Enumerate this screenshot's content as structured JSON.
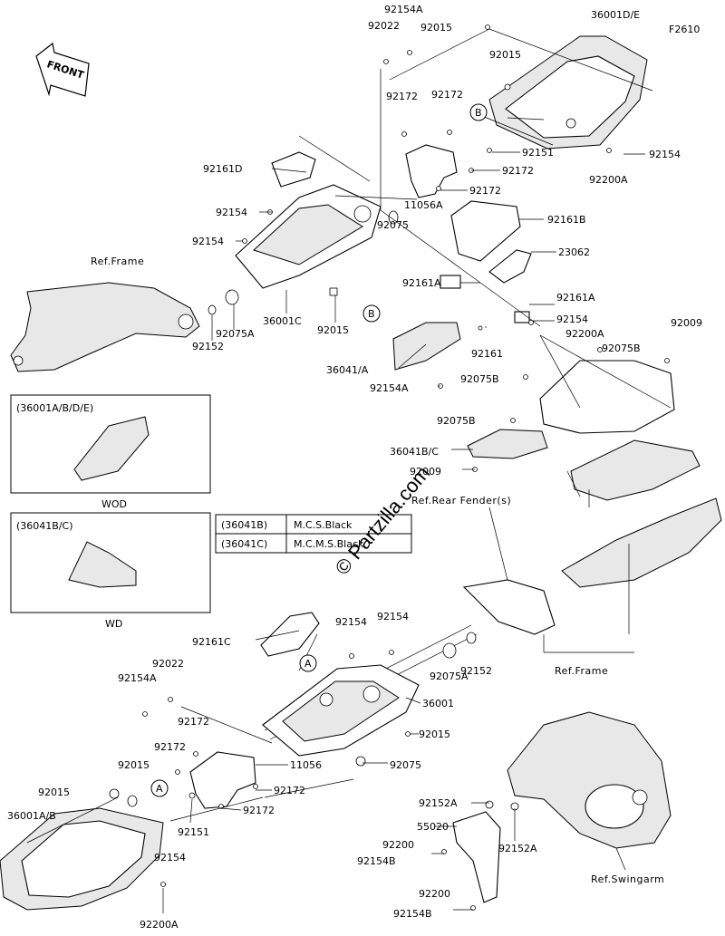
{
  "figure_code": "F2610",
  "front_arrow_label": "FRONT",
  "watermark": "© Partzilla.com",
  "callouts": [
    "A",
    "B"
  ],
  "part_numbers": {
    "p92154A_top": "92154A",
    "p92022_top": "92022",
    "p92015_top": "92015",
    "p36001DE": "36001D/E",
    "p92015_top2": "92015",
    "p92172_a": "92172",
    "p92172_b": "92172",
    "p92151_top": "92151",
    "p92154_right": "92154",
    "p92172_c": "92172",
    "p92172_d": "92172",
    "p92200A_top": "92200A",
    "p92161D": "92161D",
    "p92154_l1": "92154",
    "p92154_l2": "92154",
    "p11056A": "11056A",
    "p92075_top": "92075",
    "p92161B": "92161B",
    "p23062": "23062",
    "p92161A_l": "92161A",
    "p92161A_r": "92161A",
    "p92154_mid": "92154",
    "p92200A_mid": "92200A",
    "p92009_top": "92009",
    "p92075B_a": "92075B",
    "p92075B_b": "92075B",
    "p92075B_c": "92075B",
    "p92161": "92161",
    "p36041A": "36041/A",
    "p92154A_mid": "92154A",
    "p36041BC": "36041B/C",
    "p92009_bot": "92009",
    "p92152_top": "92152",
    "p92075A_top": "92075A",
    "p36001C": "36001C",
    "p92015_mid": "92015",
    "p92161C": "92161C",
    "p92154_c1": "92154",
    "p92154_c2": "92154",
    "p92075A_bot": "92075A",
    "p92152_bot": "92152",
    "p92022_bot": "92022",
    "p92154A_bot": "92154A",
    "p36001": "36001",
    "p92015_bot": "92015",
    "p92172_e": "92172",
    "p92172_f": "92172",
    "p11056": "11056",
    "p92075_bot": "92075",
    "p92015_l": "92015",
    "p92015_l2": "92015",
    "p92172_g": "92172",
    "p92172_h": "92172",
    "p92151_bot": "92151",
    "p36001AB": "36001A/B",
    "p92154_bl": "92154",
    "p92200A_bot": "92200A",
    "p92152A_a": "92152A",
    "p92152A_b": "92152A",
    "p55020": "55020",
    "p92200_a": "92200",
    "p92154B_a": "92154B",
    "p92200_b": "92200",
    "p92154B_b": "92154B"
  },
  "references": {
    "ref_frame_top": "Ref.Frame",
    "ref_rear_fender": "Ref.Rear Fender(s)",
    "ref_frame_mid": "Ref.Frame",
    "ref_swingarm": "Ref.Swingarm"
  },
  "variant_boxes": [
    {
      "code": "(36001A/B/D/E)",
      "caption": "WOD"
    },
    {
      "code": "(36041B/C)",
      "caption": "WD"
    }
  ],
  "color_table": [
    {
      "code": "(36041B)",
      "color": "M.C.S.Black"
    },
    {
      "code": "(36041C)",
      "color": "M.C.M.S.Black"
    }
  ]
}
